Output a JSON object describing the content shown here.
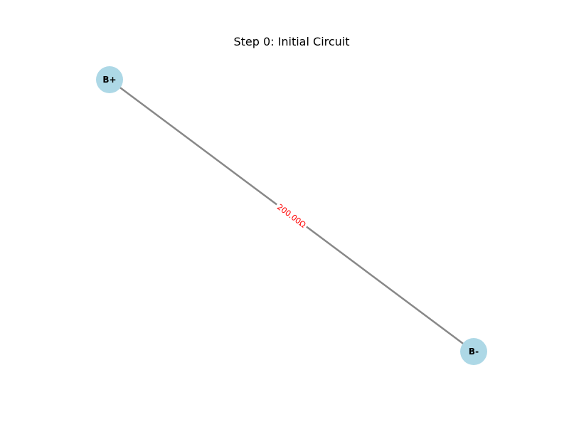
{
  "title": "Step 0: Initial Circuit",
  "colors": {
    "node_fill": "#add8e6",
    "edge_stroke": "#888888",
    "edge_label": "#ff0000",
    "text": "#000000"
  },
  "nodes": [
    {
      "id": "bplus",
      "label": "B+"
    },
    {
      "id": "bminus",
      "label": "B-"
    }
  ],
  "edges": [
    {
      "from": "bplus",
      "to": "bminus",
      "label": "200.00Ω"
    }
  ]
}
